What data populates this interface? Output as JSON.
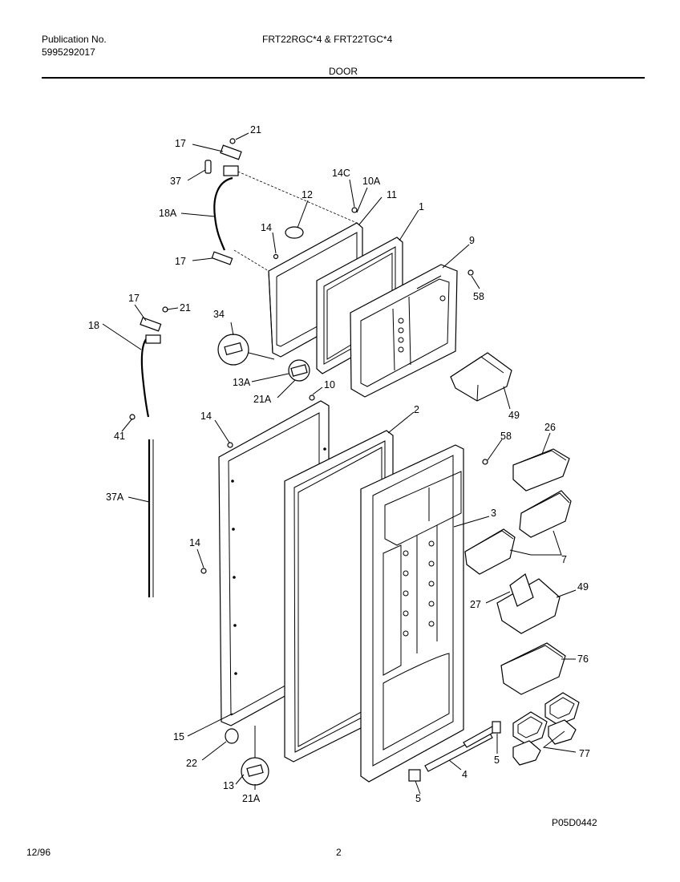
{
  "header": {
    "pub_label": "Publication No.",
    "pub_number": "5995292017",
    "models": "FRT22RGC*4 & FRT22TGC*4",
    "section": "DOOR"
  },
  "footer": {
    "date": "12/96",
    "page": "2",
    "diagram_code": "P05D0442"
  },
  "callouts": [
    {
      "id": "c21a",
      "text": "21"
    },
    {
      "id": "c17a",
      "text": "17"
    },
    {
      "id": "c37",
      "text": "37"
    },
    {
      "id": "c14c",
      "text": "14C"
    },
    {
      "id": "c10a",
      "text": "10A"
    },
    {
      "id": "c12",
      "text": "12"
    },
    {
      "id": "c11",
      "text": "11"
    },
    {
      "id": "c1",
      "text": "1"
    },
    {
      "id": "c18a",
      "text": "18A"
    },
    {
      "id": "c14a",
      "text": "14"
    },
    {
      "id": "c9",
      "text": "9"
    },
    {
      "id": "c17b",
      "text": "17"
    },
    {
      "id": "c58a",
      "text": "58"
    },
    {
      "id": "c17c",
      "text": "17"
    },
    {
      "id": "c21b",
      "text": "21"
    },
    {
      "id": "c34",
      "text": "34"
    },
    {
      "id": "c18",
      "text": "18"
    },
    {
      "id": "c13a",
      "text": "13A"
    },
    {
      "id": "c21ab",
      "text": "21A"
    },
    {
      "id": "c10",
      "text": "10"
    },
    {
      "id": "c49a",
      "text": "49"
    },
    {
      "id": "c14b",
      "text": "14"
    },
    {
      "id": "c2",
      "text": "2"
    },
    {
      "id": "c41",
      "text": "41"
    },
    {
      "id": "c58b",
      "text": "58"
    },
    {
      "id": "c26",
      "text": "26"
    },
    {
      "id": "c37a",
      "text": "37A"
    },
    {
      "id": "c3",
      "text": "3"
    },
    {
      "id": "c14d",
      "text": "14"
    },
    {
      "id": "c7",
      "text": "7"
    },
    {
      "id": "c27",
      "text": "27"
    },
    {
      "id": "c49b",
      "text": "49"
    },
    {
      "id": "c76",
      "text": "76"
    },
    {
      "id": "c15",
      "text": "15"
    },
    {
      "id": "c22",
      "text": "22"
    },
    {
      "id": "c5a",
      "text": "5"
    },
    {
      "id": "c77",
      "text": "77"
    },
    {
      "id": "c4",
      "text": "4"
    },
    {
      "id": "c13",
      "text": "13"
    },
    {
      "id": "c21ac",
      "text": "21A"
    },
    {
      "id": "c5b",
      "text": "5"
    }
  ]
}
